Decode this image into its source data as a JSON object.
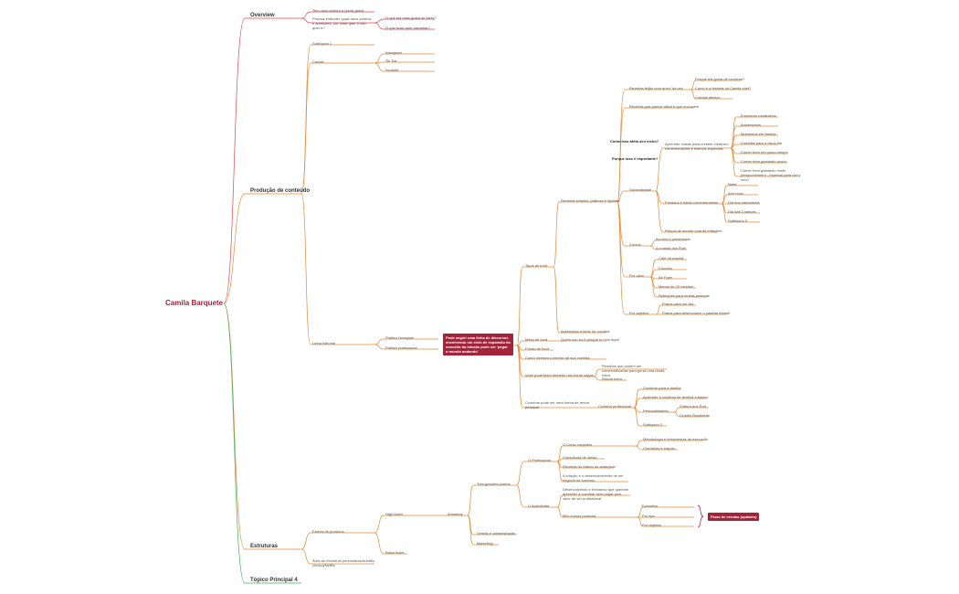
{
  "central": "Camila Barquete",
  "overview": {
    "title": "Overview",
    "items": [
      "Tem uma cadeira a (sem) grade",
      "Precisa entender quais seus sonhos e ambições, por onde quer ir não quer ir?"
    ],
    "sub": [
      "O que ela mais gosta de fazer?",
      "O que mais quer trabalhar?"
    ]
  },
  "producao": {
    "title": "Produção de conteúdo",
    "subtopic": "Subtópico 1",
    "canais": "Canais",
    "canal_items": [
      "Instagram",
      "Tik Tok",
      "Youtube"
    ],
    "linha": "Linha editorial",
    "publico": [
      "Público Desejado",
      "Público profissional"
    ],
    "callout": "Pode seguir uma linha de discursos envolvendo um ciclo de expansão do conceito da missão pode ser 'pegar o mundo andando'",
    "tipos": "Tipos de food",
    "receitas": "Receitas simples, práticas e rápidas",
    "dor": [
      "Receitas feijão com arroz 'da vez'",
      "Receitas que parece difícil e que envolvem"
    ],
    "dor_sub": [
      "Porque ela gosta de cozinhar?",
      "Como é a história da Camila chef?",
      "Comida afetiva"
    ],
    "questions": [
      "Como isso afeta seu nicho?",
      "Porque isso é importante?"
    ],
    "sazonalidade": "Sazonalidade",
    "saz_items": [
      "Aprender coisas para receber visita em comemorações e eventos especiais",
      "Feriados e datas comemorativas",
      "Preços de acordo com as estações"
    ],
    "eventos": [
      "Encontros românticos",
      "Aniversários",
      "Momentos em família",
      "Comidas para o dia-a-dia",
      "Comer bem em pouco tempo",
      "Comer bem gastando pouco",
      "Comer bem gastando muito (tempo/dinheiro - especial para dar o luxo)"
    ],
    "feriados": [
      "Natal",
      "Ano novo",
      "Dia dos namorados",
      "Dia das Crianças",
      "Subtópico 5"
    ],
    "cursos": "Cursos",
    "cursos_items": [
      "Ao vivo e presenciais",
      "A comida dos Ēuls"
    ],
    "porvalor": "Por valor",
    "valor_items": [
      "Café da manhã",
      "Convidá",
      "Air Fryer",
      "Menos de 20 minutos",
      "Refeições para muitas pessoas"
    ],
    "porobjetivo": "Por objetivo",
    "objetivo_items": [
      "Pratos para um dia",
      "Pratos para desenvolver o paladar infantil"
    ],
    "assessoria": "Assessória a fome de cozinha",
    "mesa": "Mesa de food",
    "mesa_desc": "Quem sou eu e porque eu sou legal",
    "fundo": "Fundo de food",
    "como": "Como viveram o interior da sua cozinha",
    "voce": "Você pode fazer dinheiro nas horas vagas",
    "voce_items": [
      "Receitas que podem ser comercializadas para gerar uma renda extra",
      "Renda extra"
    ],
    "cozinhar": "Cozinhar pode ser uma forma de renda principal",
    "cozinha_prof": "Cozinha profissional",
    "cp_items": [
      "Cozinhar para a família",
      "Aprender a cozinhar de técnica a básico",
      "Personalidades",
      "Subtópico 3"
    ],
    "pers_items": [
      "Cultura dos Ēuls",
      "Grades Brasileiras"
    ]
  },
  "estruturas": {
    "title": "Estruturas",
    "esteira": "Esteira de produtos",
    "area": "Área de membros personalizada estilo cômica/Netflix",
    "high": "High ticket",
    "baixo": "Baixo ticket",
    "academy": "Academy",
    "tres": "Três grandes pontos",
    "profissional": "O Profissional",
    "curso": "O Curso completo",
    "curso_items": [
      "Metodologia e ferramentas de execução",
      "Checklists e etapas"
    ],
    "prof_items": [
      "Consultoria de ideias",
      "Receitas do básico ao avançado",
      "A criação e o desenvolvimento de um negócio de sucesso"
    ],
    "autodidata": "O Autodidata",
    "auto_desc": "Desenvolvendo e treinando que queiram aprender a cozinhar sem pegar pelo valor de ser profissional",
    "mini": "Mini cursos pontuais",
    "mini_items": [
      "Episódios",
      "Por tipo",
      "Por objetivo"
    ],
    "callout": "Fluxo de vendas (updates)",
    "gestao": "Gestão e administração",
    "marketing": "Marketing"
  },
  "topico4": "Tópico Principal 4"
}
